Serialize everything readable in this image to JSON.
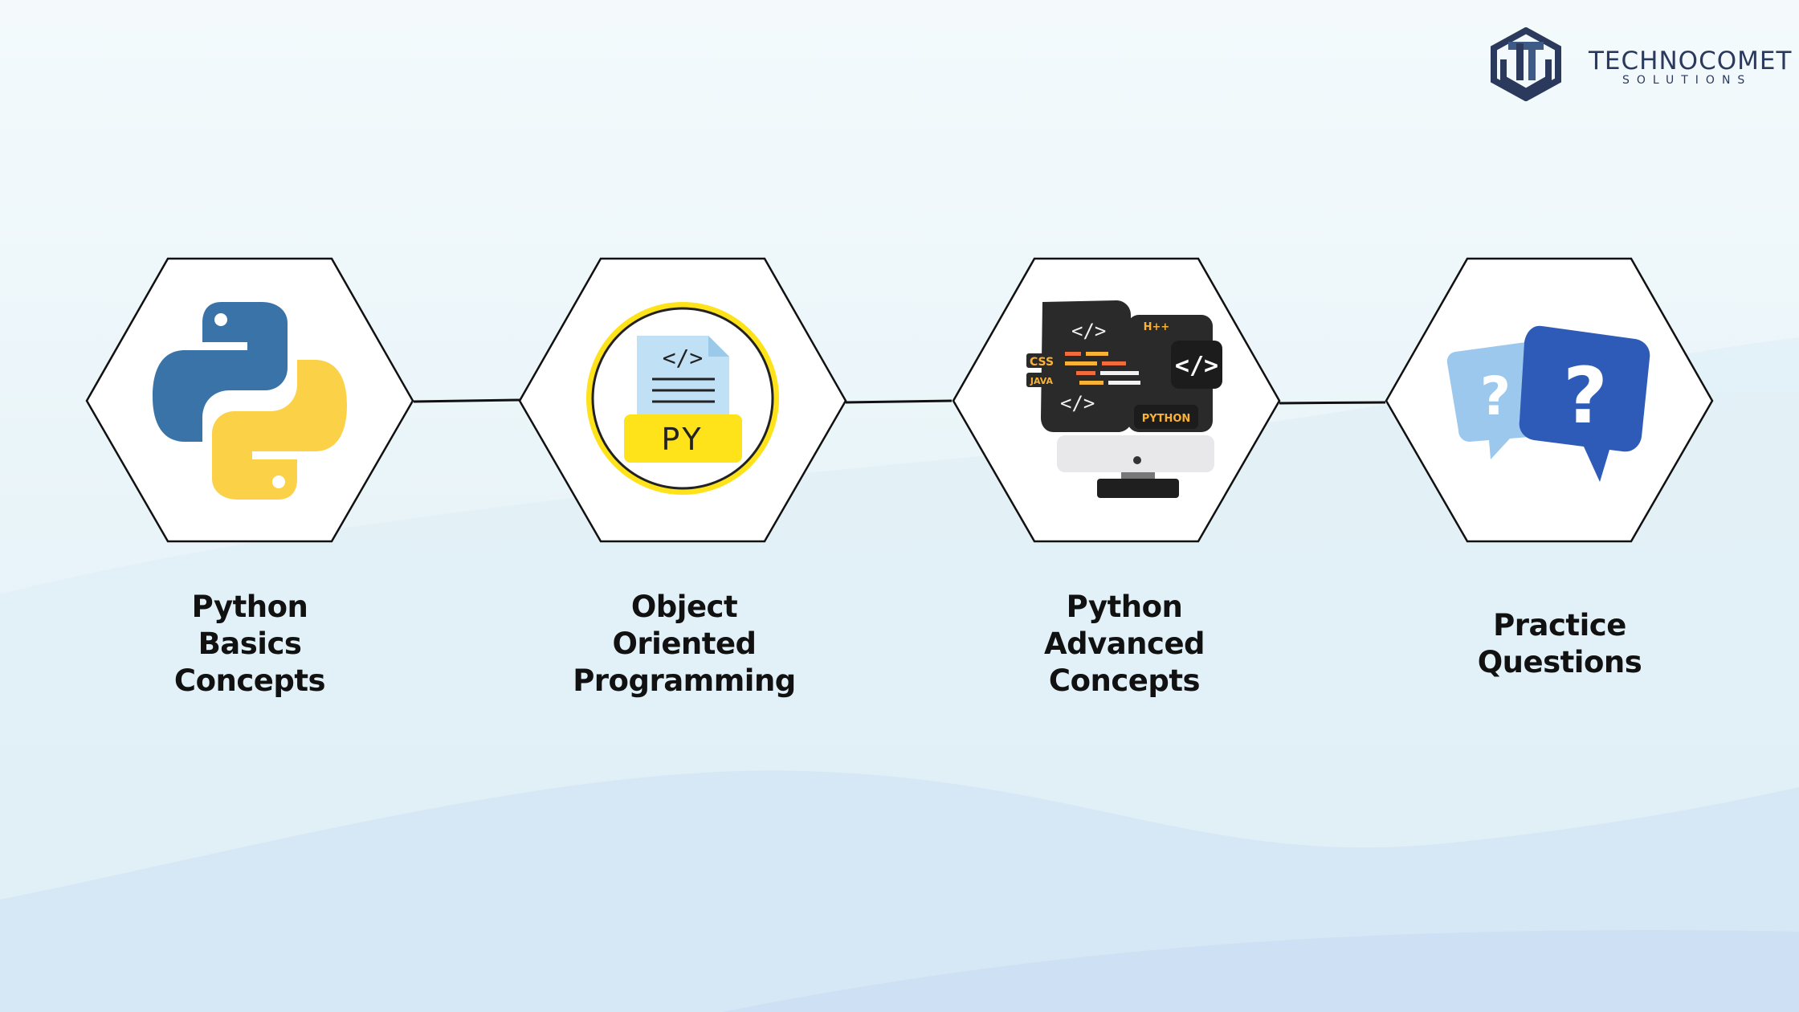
{
  "brand": {
    "name": "TECHNOCOMET",
    "tagline": "SOLUTIONS",
    "colors": {
      "dark": "#2b3a5c",
      "mid": "#3e5a86"
    }
  },
  "steps": [
    {
      "icon": "python-logo-icon",
      "lines": [
        "Python",
        "Basics",
        "Concepts"
      ]
    },
    {
      "icon": "py-file-icon",
      "lines": [
        "Object",
        "Oriented",
        "Programming"
      ],
      "badge": "PY"
    },
    {
      "icon": "code-monitor-icon",
      "lines": [
        "Python",
        "Advanced",
        "Concepts"
      ],
      "tags": [
        "CSS",
        "JAVA",
        "H++",
        "PYTHON"
      ]
    },
    {
      "icon": "question-bubbles-icon",
      "lines": [
        "Practice",
        "Questions"
      ],
      "glyph": "?"
    }
  ],
  "colors": {
    "python_blue": "#3a73a8",
    "python_yellow": "#fbd148",
    "file_yellow": "#fee21a",
    "question_dark": "#2e5bb8",
    "question_light": "#9cc8ee"
  }
}
